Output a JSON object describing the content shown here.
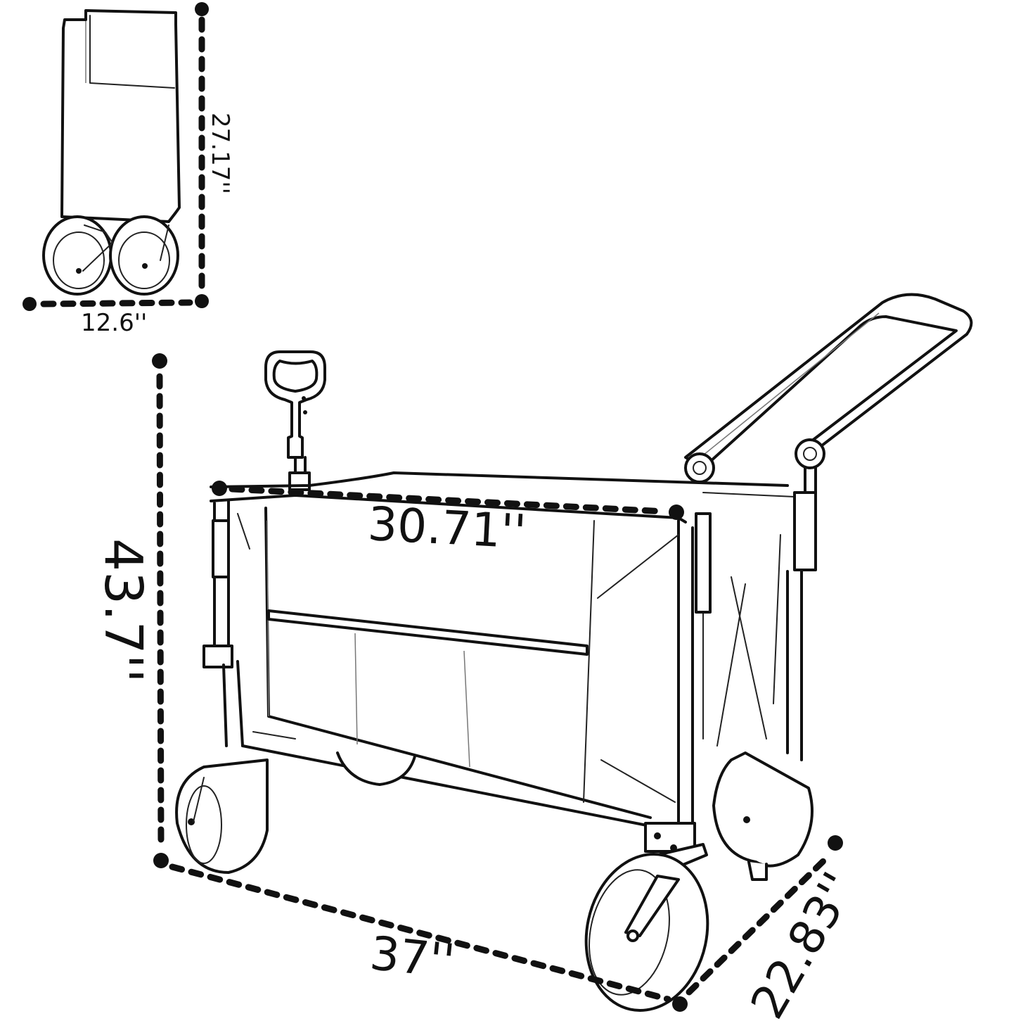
{
  "diagram": {
    "subject": "Folding wagon cart with telescoping handle",
    "folded_view": {
      "height_label": "27.17''",
      "width_label": "12.6''"
    },
    "unfolded_view": {
      "overall_height_label": "43.7''",
      "top_length_label": "30.71''",
      "overall_length_label": "37''",
      "overall_width_label": "22.83''"
    },
    "colors": {
      "line": "#111111",
      "background": "#ffffff"
    }
  }
}
